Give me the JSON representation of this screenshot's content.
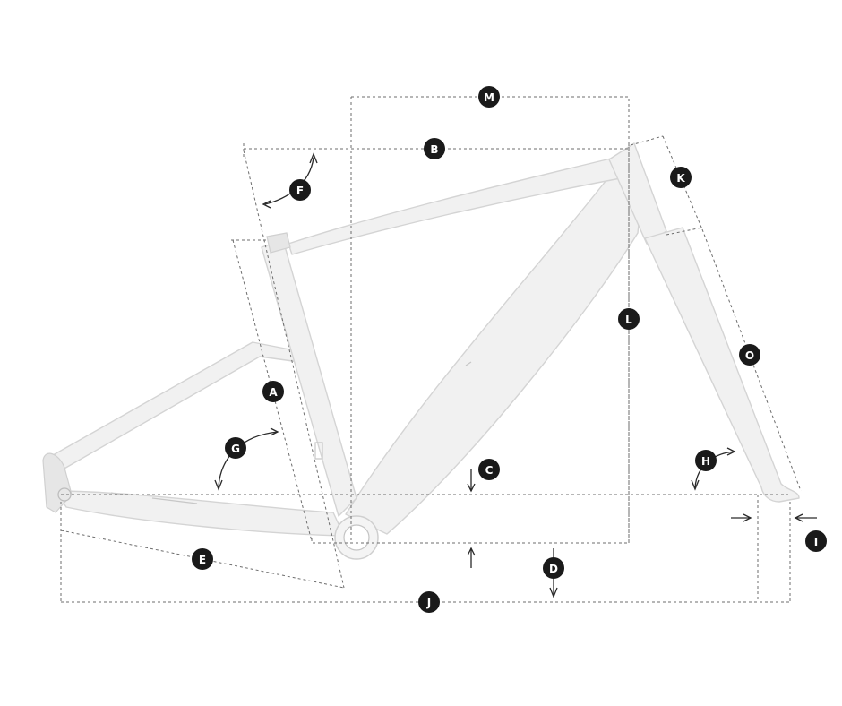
{
  "colors": {
    "frame": "#f1f1f1",
    "frame_outline": "#d4d4d4",
    "dimension_line": "#6d6d6d",
    "marker_fill": "#1a1a1a",
    "marker_text": "#ffffff"
  },
  "markers": [
    {
      "id": "A",
      "label": "A"
    },
    {
      "id": "B",
      "label": "B"
    },
    {
      "id": "C",
      "label": "C"
    },
    {
      "id": "D",
      "label": "D"
    },
    {
      "id": "E",
      "label": "E"
    },
    {
      "id": "F",
      "label": "F"
    },
    {
      "id": "G",
      "label": "G"
    },
    {
      "id": "H",
      "label": "H"
    },
    {
      "id": "I",
      "label": "I"
    },
    {
      "id": "J",
      "label": "J"
    },
    {
      "id": "K",
      "label": "K"
    },
    {
      "id": "L",
      "label": "L"
    },
    {
      "id": "M",
      "label": "M"
    },
    {
      "id": "O",
      "label": "O"
    }
  ]
}
